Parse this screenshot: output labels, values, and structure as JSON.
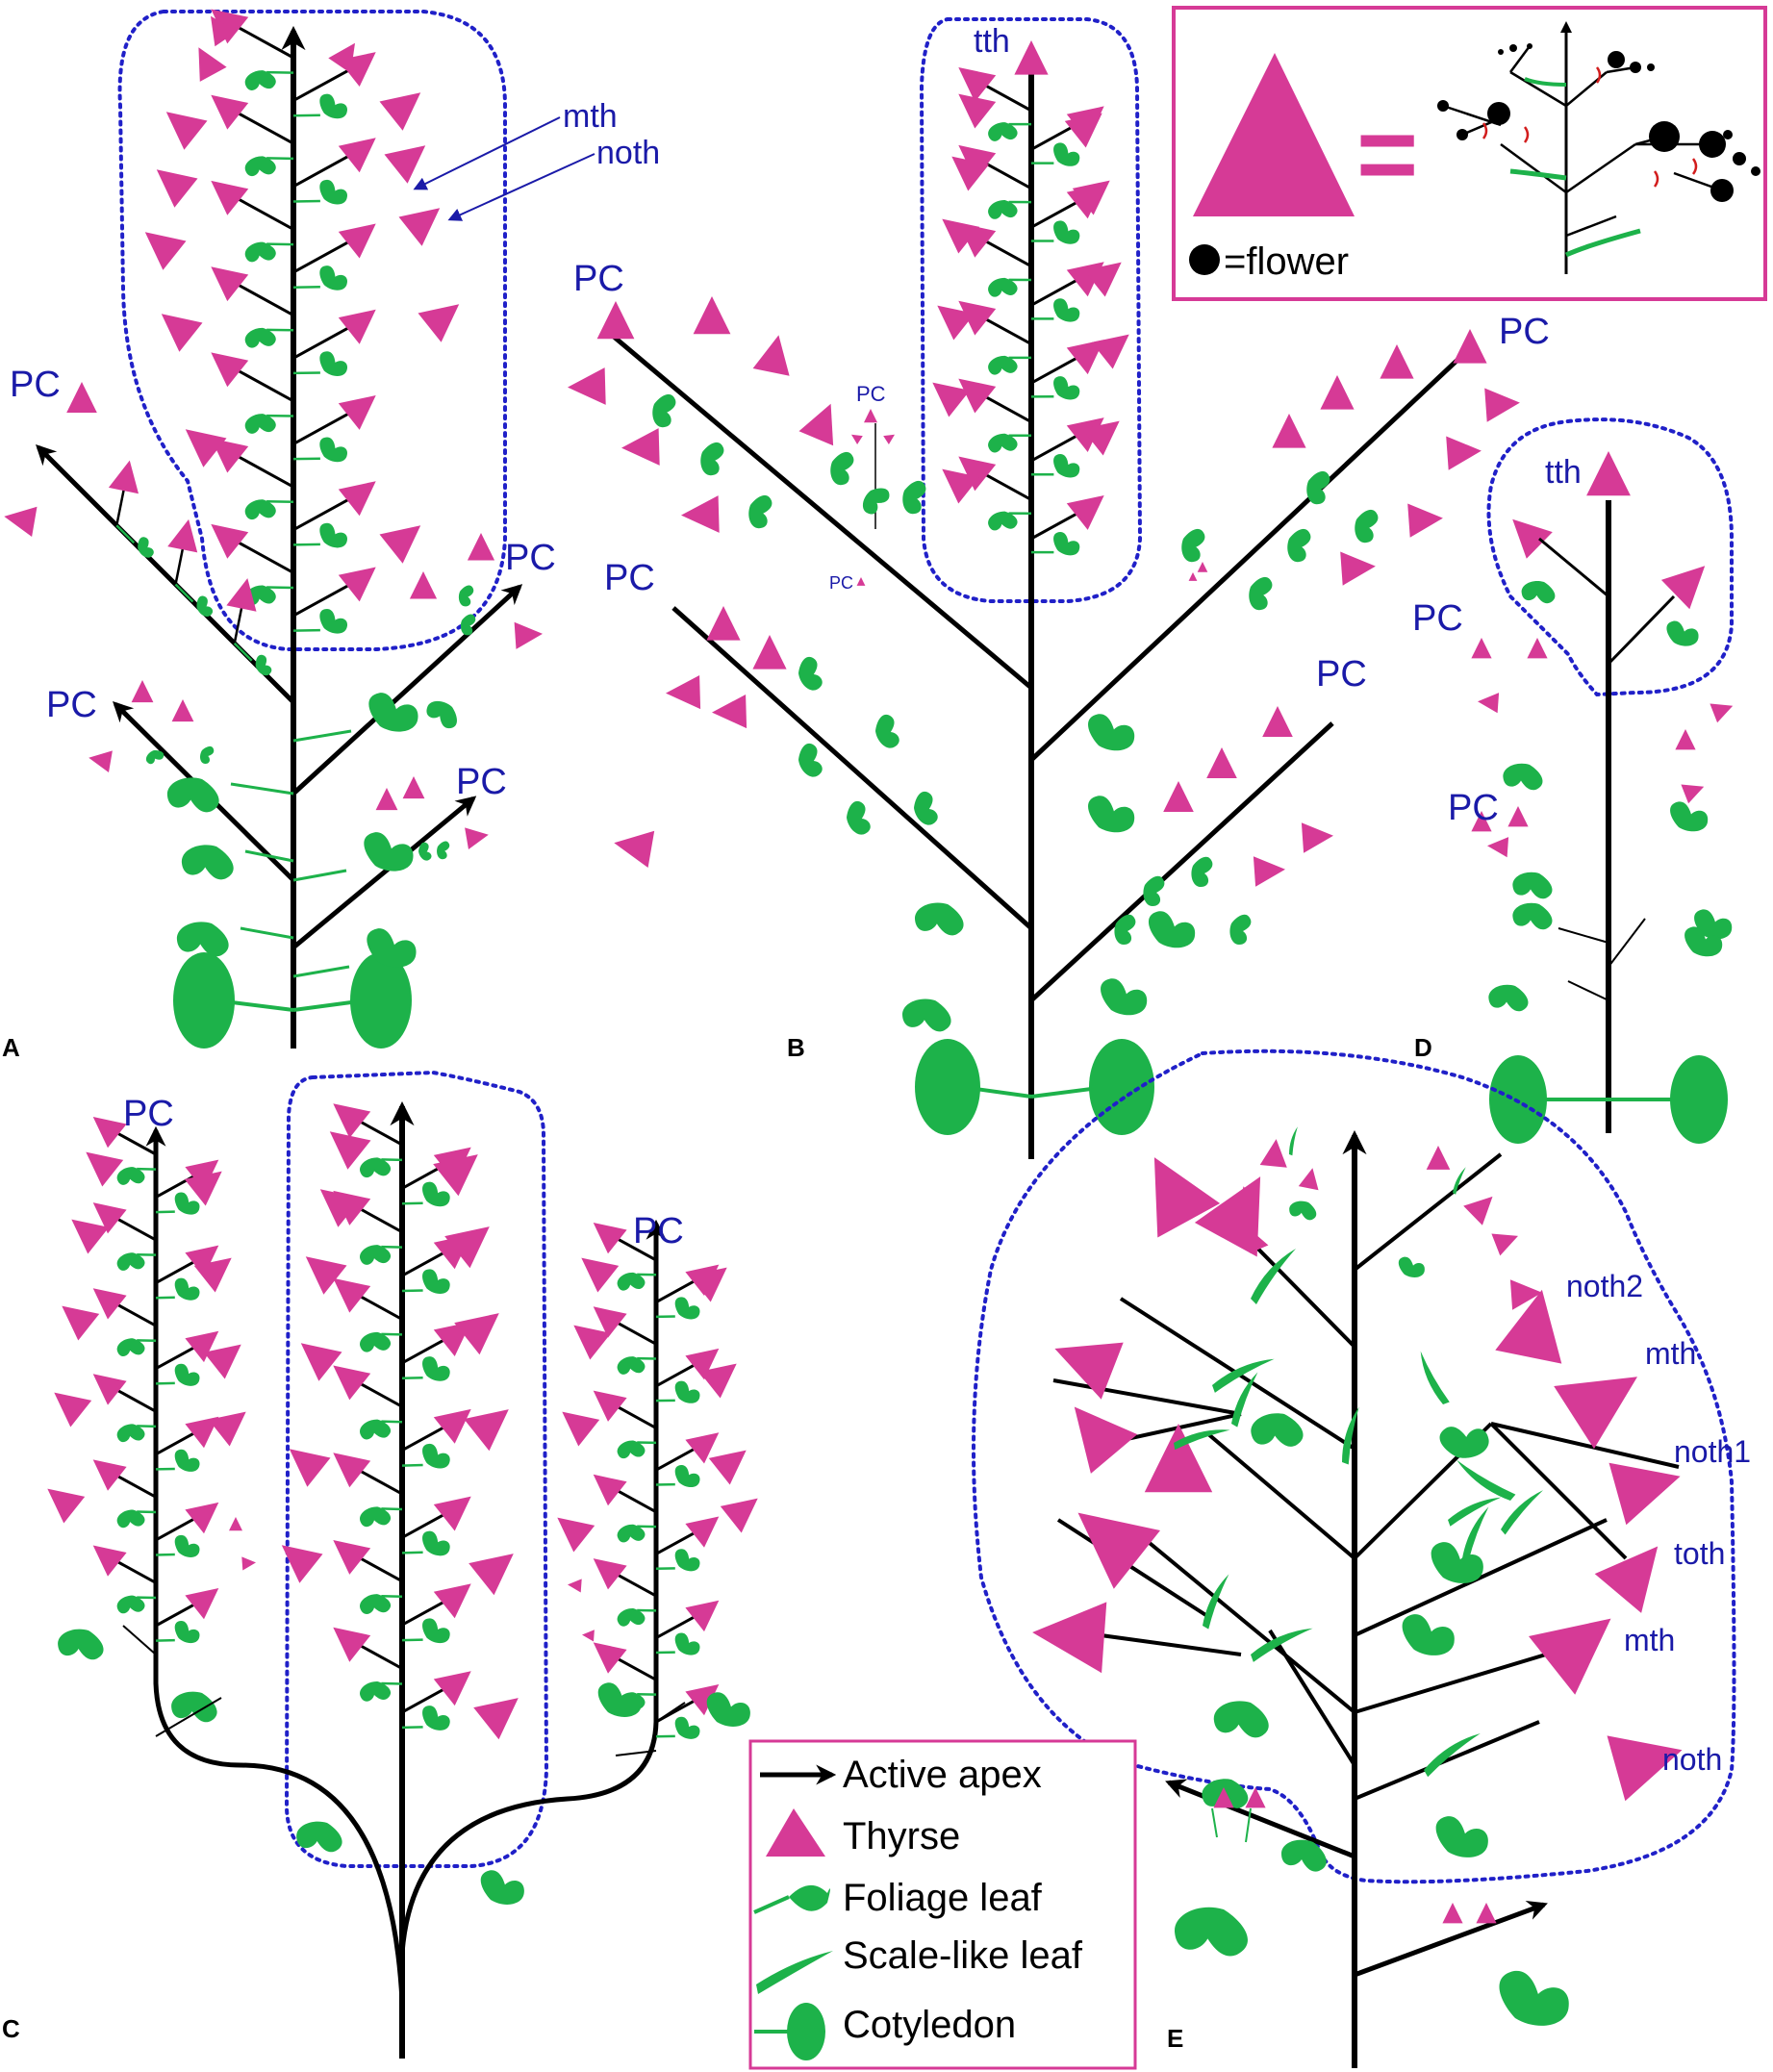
{
  "colors": {
    "thyrse": "#d63a96",
    "leaf": "#1db24a",
    "stem": "#000000",
    "label": "#1a1aa8",
    "boundary": "#2020c8",
    "box_border": "#d63a96",
    "scale_leaf_mark": "#d21c1c"
  },
  "panels": {
    "a": {
      "letter": "A",
      "labels": [
        "PC",
        "PC",
        "PC",
        "PC"
      ],
      "arrow_labels": [
        "mth",
        "noth"
      ]
    },
    "b": {
      "letter": "B",
      "labels": [
        "PC",
        "PC",
        "PC",
        "PC"
      ],
      "top_label": "tth",
      "small_labels": [
        "PC",
        "PC"
      ]
    },
    "c": {
      "letter": "C",
      "labels": [
        "PC",
        "PC"
      ]
    },
    "d": {
      "letter": "D",
      "labels": [
        "PC",
        "PC"
      ],
      "top_label": "tth"
    },
    "e": {
      "letter": "E",
      "labels": [
        "noth2",
        "mth",
        "noth1",
        "toth",
        "mth",
        "noth"
      ]
    }
  },
  "inset": {
    "equals": "=",
    "flower_label": "=flower"
  },
  "legend": {
    "items": [
      {
        "icon": "active-apex-icon",
        "label": "Active apex"
      },
      {
        "icon": "thyrse-icon",
        "label": "Thyrse"
      },
      {
        "icon": "foliage-leaf-icon",
        "label": "Foliage leaf"
      },
      {
        "icon": "scale-leaf-icon",
        "label": "Scale-like leaf"
      },
      {
        "icon": "cotyledon-icon",
        "label": "Cotyledon"
      }
    ]
  }
}
